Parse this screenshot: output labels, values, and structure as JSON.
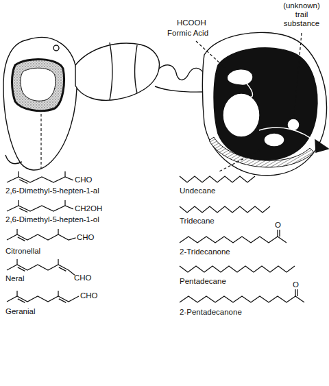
{
  "diagram": {
    "labels": [
      "HCOOH",
      "Formic Acid",
      "(unknown) trail substance",
      "CHO",
      "2,6-Dimethyl-5-hepten-1-al",
      "CH2OH",
      "2,6-Dimethyl-5-hepten-1-ol",
      "CHO",
      "Citronellal",
      "CHO",
      "Neral",
      "CHO",
      "Geranial",
      "Undecane",
      "Tridecane",
      "O",
      "2-Tridecanone",
      "Pentadecane",
      "O",
      "2-Pentadecanone"
    ]
  }
}
